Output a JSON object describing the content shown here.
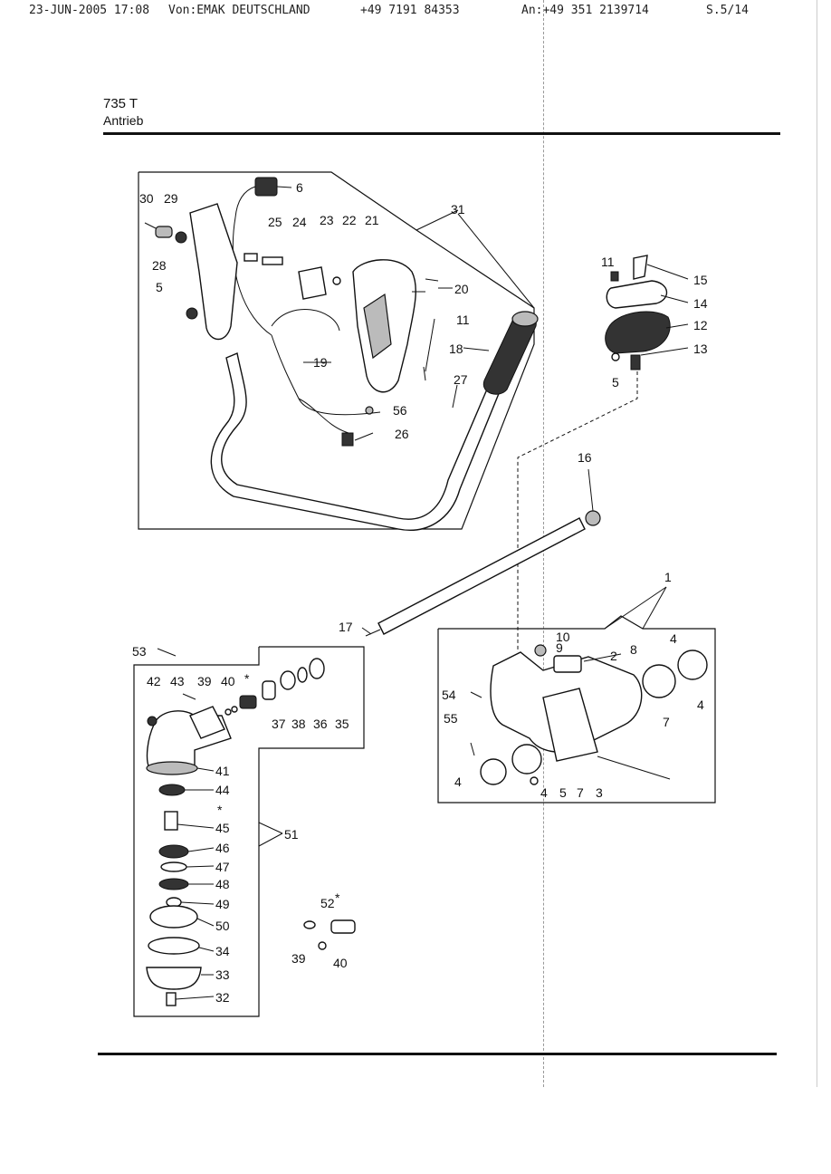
{
  "fax_header": {
    "date": "23-JUN-2005 17:08",
    "from": "Von:EMAK DEUTSCHLAND",
    "phone_from": "+49 7191 84353",
    "to": "An:+49 351 2139714",
    "page": "S.5/14"
  },
  "title": {
    "model": "735 T",
    "section": "Antrieb"
  },
  "callouts": {
    "c1": "1",
    "c2": "2",
    "c3": "3",
    "c4a": "4",
    "c4b": "4",
    "c4c": "4",
    "c4d": "4",
    "c5a": "5",
    "c5b": "5",
    "c5c": "5",
    "c6": "6",
    "c7a": "7",
    "c7b": "7",
    "c8": "8",
    "c9": "9",
    "c10": "10",
    "c11a": "11",
    "c11b": "11",
    "c12": "12",
    "c13": "13",
    "c14": "14",
    "c15": "15",
    "c16": "16",
    "c17": "17",
    "c18": "18",
    "c19": "19",
    "c20": "20",
    "c21": "21",
    "c22": "22",
    "c23": "23",
    "c24": "24",
    "c25": "25",
    "c26": "26",
    "c27": "27",
    "c28": "28",
    "c29": "29",
    "c30": "30",
    "c31": "31",
    "c32": "32",
    "c33": "33",
    "c34": "34",
    "c35": "35",
    "c36": "36",
    "c37": "37",
    "c38": "38",
    "c39a": "39",
    "c39b": "39",
    "c40a": "40",
    "c40b": "40",
    "c41": "41",
    "c42": "42",
    "c43": "43",
    "c44": "44",
    "c45": "45",
    "c46": "46",
    "c47": "47",
    "c48": "48",
    "c49": "49",
    "c50": "50",
    "c51": "51",
    "c52": "52",
    "c53": "53",
    "c54": "54",
    "c55": "55",
    "c56": "56",
    "star_a": "*",
    "star_b": "*",
    "star_c": "*"
  }
}
